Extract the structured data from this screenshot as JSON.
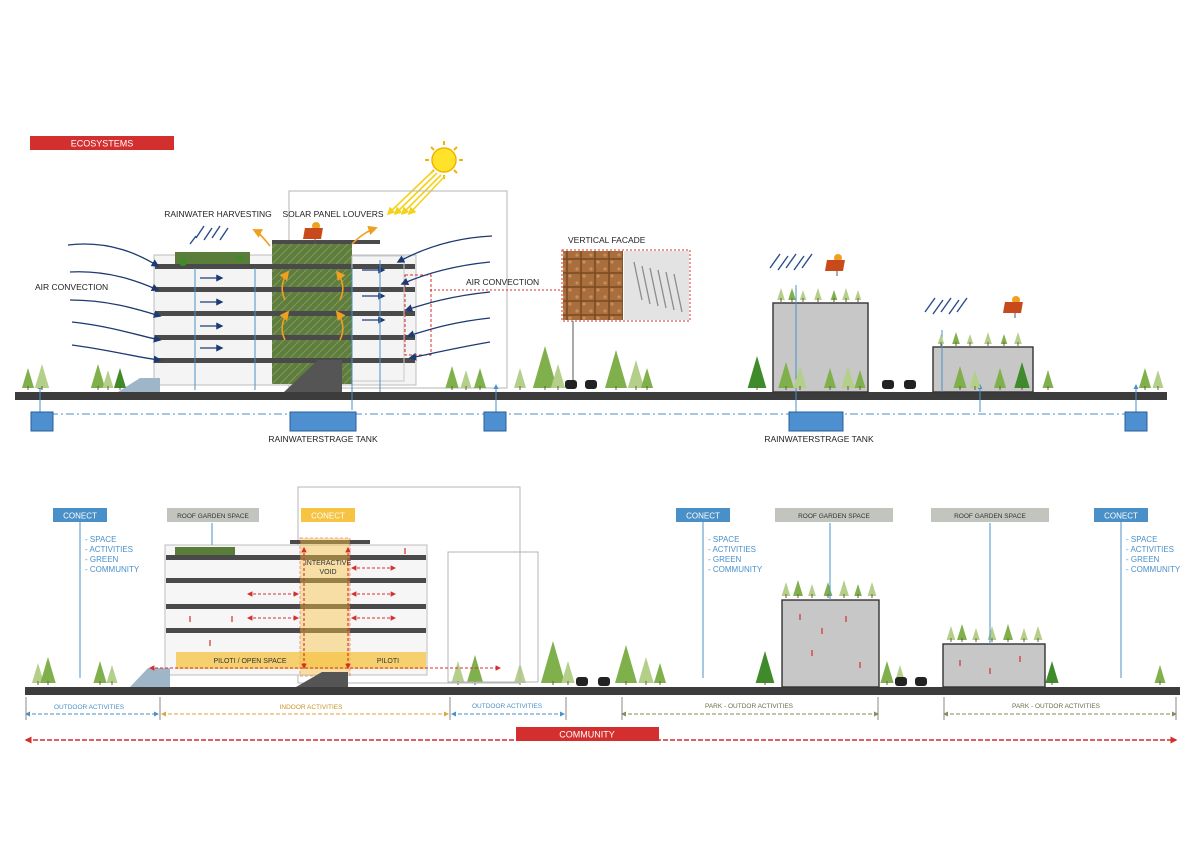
{
  "colors": {
    "red": "#d32f2f",
    "blue_label": "#4a90c8",
    "yellow": "#f6c342",
    "grey_label": "#b8bbb3",
    "ground": "#3c3c3c",
    "tree_dark": "#3f8a2a",
    "tree_mid": "#7fb04b",
    "tree_light": "#b4cf8a",
    "building_grey": "#c7c7c7",
    "water": "#4e8fd0",
    "wind": "#1d3a73",
    "sun": "#ffe32a",
    "green_core": "#6e8a4a"
  },
  "top": {
    "badge": "ECOSYSTEMS",
    "labels": {
      "rainwater_harvesting": "RAINWATER HARVESTING",
      "solar_panel_louvers": "SOLAR PANEL LOUVERS",
      "vertical_facade": "VERTICAL FACADE",
      "air_convection_left": "AIR CONVECTION",
      "air_convection_right": "AIR CONVECTION",
      "tank_left": "RAINWATERSTRAGE TANK",
      "tank_right": "RAINWATERSTRAGE TANK"
    }
  },
  "bottom": {
    "connect_badges": [
      "CONECT",
      "CONECT",
      "CONECT",
      "CONECT"
    ],
    "connect_list": [
      "- SPACE",
      "- ACTIVITIES",
      "- GREEN",
      "- COMMUNITY"
    ],
    "roof_garden": [
      "ROOF GARDEN SPACE",
      "ROOF GARDEN SPACE",
      "ROOF GARDEN SPACE"
    ],
    "interactive_void": [
      "INTERACTIVE",
      "VOID"
    ],
    "piloti_open": "PILOTI / OPEN SPACE",
    "piloti": "PILOTI",
    "zones": {
      "outdoor_left": "OUTDOOR ACTIVITIES",
      "indoor": "INDOOR ACTIVITIES",
      "outdoor_mid": "OUTDOOR ACTIVITIES",
      "park_1": "PARK - OUTDOR ACTIVITIES",
      "park_2": "PARK - OUTDOR ACTIVITIES"
    },
    "community": "COMMUNITY"
  }
}
